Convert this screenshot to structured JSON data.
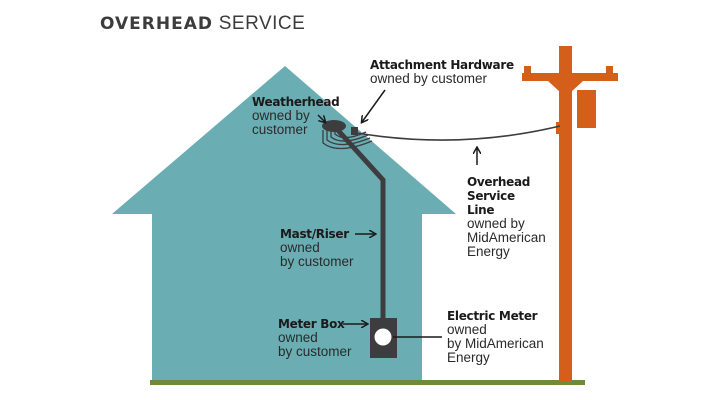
{
  "title": {
    "bold": "OVERHEAD",
    "light": "SERVICE"
  },
  "colors": {
    "house": "#6aaeb4",
    "pole": "#d45f1a",
    "ground": "#6f8a3c",
    "equipment": "#3d3d3f",
    "text": "#222222"
  },
  "labels": {
    "attachment_hardware": {
      "heading": "Attachment Hardware",
      "owner": "owned by customer"
    },
    "weatherhead": {
      "heading": "Weatherhead",
      "owner_line1": "owned by",
      "owner_line2": "customer"
    },
    "overhead_service_line": {
      "heading_line1": "Overhead",
      "heading_line2": "Service",
      "heading_line3": "Line",
      "owner_line1": "owned by",
      "owner_line2": "MidAmerican",
      "owner_line3": "Energy"
    },
    "mast_riser": {
      "heading": "Mast/Riser",
      "owner_line1": "owned",
      "owner_line2": "by customer"
    },
    "meter_box": {
      "heading": "Meter Box",
      "owner_line1": "owned",
      "owner_line2": "by customer"
    },
    "electric_meter": {
      "heading": "Electric Meter",
      "owner_line1": "owned",
      "owner_line2": "by MidAmerican",
      "owner_line3": "Energy"
    }
  }
}
